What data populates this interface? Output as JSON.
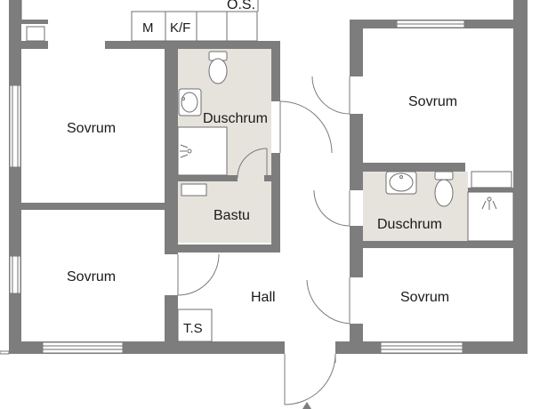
{
  "rooms": {
    "bedroom_top_left": "Sovrum",
    "bedroom_mid_left": "Sovrum",
    "bedroom_top_right": "Sovrum",
    "bedroom_bottom_right": "Sovrum",
    "shower_left": "Duschrum",
    "shower_right": "Duschrum",
    "sauna": "Bastu",
    "hall": "Hall",
    "top_cut": "O.S."
  },
  "fixtures": {
    "washer": "M",
    "fridge_freezer": "K/F",
    "drying_cabinet": "T.S"
  }
}
